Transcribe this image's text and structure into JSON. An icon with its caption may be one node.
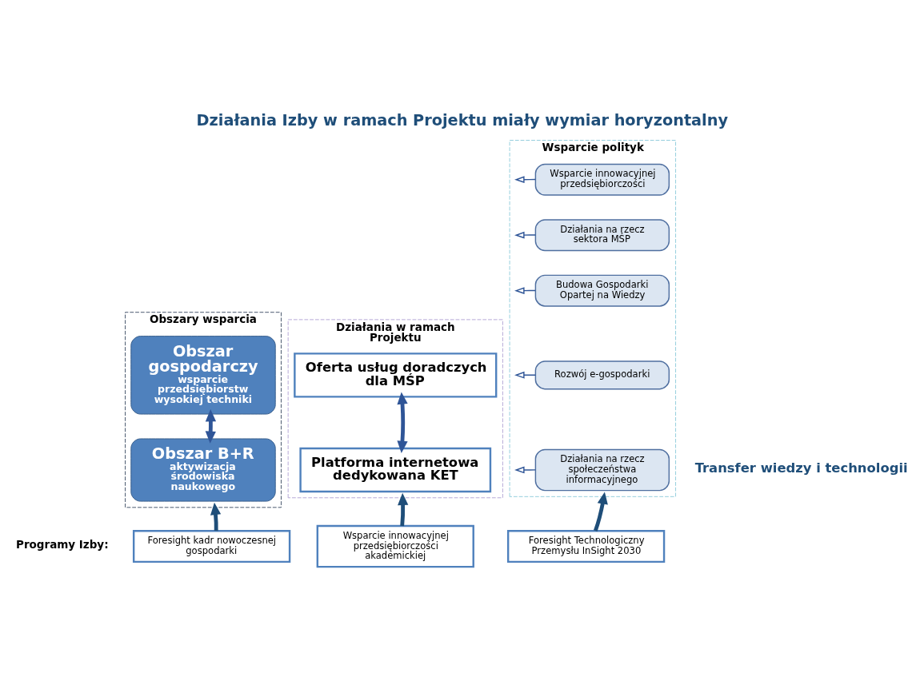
{
  "diagram": {
    "title": "Działania Izby w ramach Projektu miały wymiar horyzontalny",
    "nodes": [
      {
        "text": [
          "Obszary wsparcia"
        ]
      },
      {
        "text": [
          "Obszar gospodarczy",
          "wsparcie przedsiębiorstw wysokiej techniki"
        ],
        "in": 0
      },
      {
        "text": [
          "Obszar B+R",
          "aktywizacja środowiska naukowego"
        ],
        "in": 0
      },
      {
        "text": [
          "Działania w ramach Projektu"
        ]
      },
      {
        "text": [
          "Oferta usług doradczych dla MŚP"
        ],
        "in": 3
      },
      {
        "text": [
          "Platforma internetowa dedykowana KET"
        ],
        "in": 3
      },
      {
        "text": [
          "Wsparcie polityk"
        ]
      },
      {
        "text": [
          "Wsparcie innowacyjnej przedsiębiorczości"
        ],
        "in": 6
      },
      {
        "text": [
          "Działania na rzecz sektora MŚP"
        ],
        "in": 6
      },
      {
        "text": [
          "Budowa Gospodarki Opartej na Wiedzy"
        ],
        "in": 6
      },
      {
        "text": [
          "Rozwój e-gospodarki"
        ],
        "in": 6
      },
      {
        "text": [
          "Działania na rzecz społeczeństwa informacyjnego"
        ],
        "in": 6
      },
      {
        "text": [
          "Foresight kadr nowoczesnej gospodarki"
        ]
      },
      {
        "text": [
          "Wsparcie innowacyjnej przedsiębiorczości akademickiej"
        ]
      },
      {
        "text": [
          "Foresight Technologiczny Przemysłu InSight 2030"
        ]
      }
    ],
    "edges": [
      {
        "from": 1,
        "to": 2,
        "arrow": "both",
        "style": "thick"
      },
      {
        "from": 4,
        "to": 5,
        "arrow": "both",
        "style": "thick"
      },
      {
        "from": 7,
        "to": null,
        "arrow": "to"
      },
      {
        "from": 8,
        "to": null,
        "arrow": "to"
      },
      {
        "from": 9,
        "to": null,
        "arrow": "to"
      },
      {
        "from": 10,
        "to": null,
        "arrow": "to"
      },
      {
        "from": 11,
        "to": null,
        "arrow": "to"
      },
      {
        "from": 12,
        "to": 0,
        "arrow": "to",
        "style": "thick",
        "color": "#1f4e79"
      },
      {
        "from": 13,
        "to": 3,
        "arrow": "to",
        "style": "thick",
        "color": "#1f4e79"
      },
      {
        "from": 14,
        "to": 6,
        "arrow": "to",
        "style": "thick",
        "color": "#1f4e79"
      }
    ],
    "labels": [
      "Transfer wiedzy i technologii",
      "Programy Izby:"
    ]
  }
}
